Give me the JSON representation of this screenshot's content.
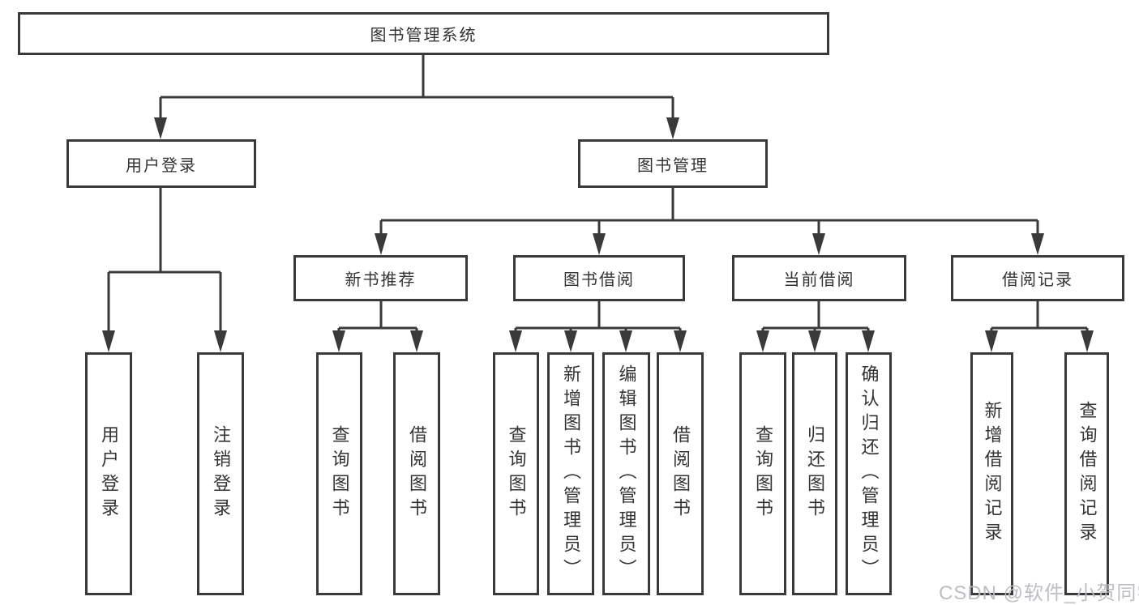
{
  "colors": {
    "line": "#3a3a3a",
    "text": "#333333",
    "box_background": "#ffffff",
    "watermark": "#b7bac0"
  },
  "watermark": "CSDN @软件_小贺同学",
  "tree": {
    "root": {
      "label": "图书管理系统"
    },
    "level2": [
      {
        "label": "用户登录",
        "parent": "图书管理系统"
      },
      {
        "label": "图书管理",
        "parent": "图书管理系统"
      }
    ],
    "level3": [
      {
        "label": "新书推荐",
        "parent": "图书管理"
      },
      {
        "label": "图书借阅",
        "parent": "图书管理"
      },
      {
        "label": "当前借阅",
        "parent": "图书管理"
      },
      {
        "label": "借阅记录",
        "parent": "图书管理"
      }
    ],
    "leaves": [
      {
        "label": "用户登录",
        "parent": "用户登录"
      },
      {
        "label": "注销登录",
        "parent": "用户登录"
      },
      {
        "label": "查询图书",
        "parent": "新书推荐"
      },
      {
        "label": "借阅图书",
        "parent": "新书推荐"
      },
      {
        "label": "查询图书",
        "parent": "图书借阅"
      },
      {
        "label": "新增图书（管理员）",
        "parent": "图书借阅"
      },
      {
        "label": "编辑图书（管理员）",
        "parent": "图书借阅"
      },
      {
        "label": "借阅图书",
        "parent": "图书借阅"
      },
      {
        "label": "查询图书",
        "parent": "当前借阅"
      },
      {
        "label": "归还图书",
        "parent": "当前借阅"
      },
      {
        "label": "确认归还（管理员）",
        "parent": "当前借阅"
      },
      {
        "label": "新增借阅记录",
        "parent": "借阅记录"
      },
      {
        "label": "查询借阅记录",
        "parent": "借阅记录"
      }
    ]
  }
}
